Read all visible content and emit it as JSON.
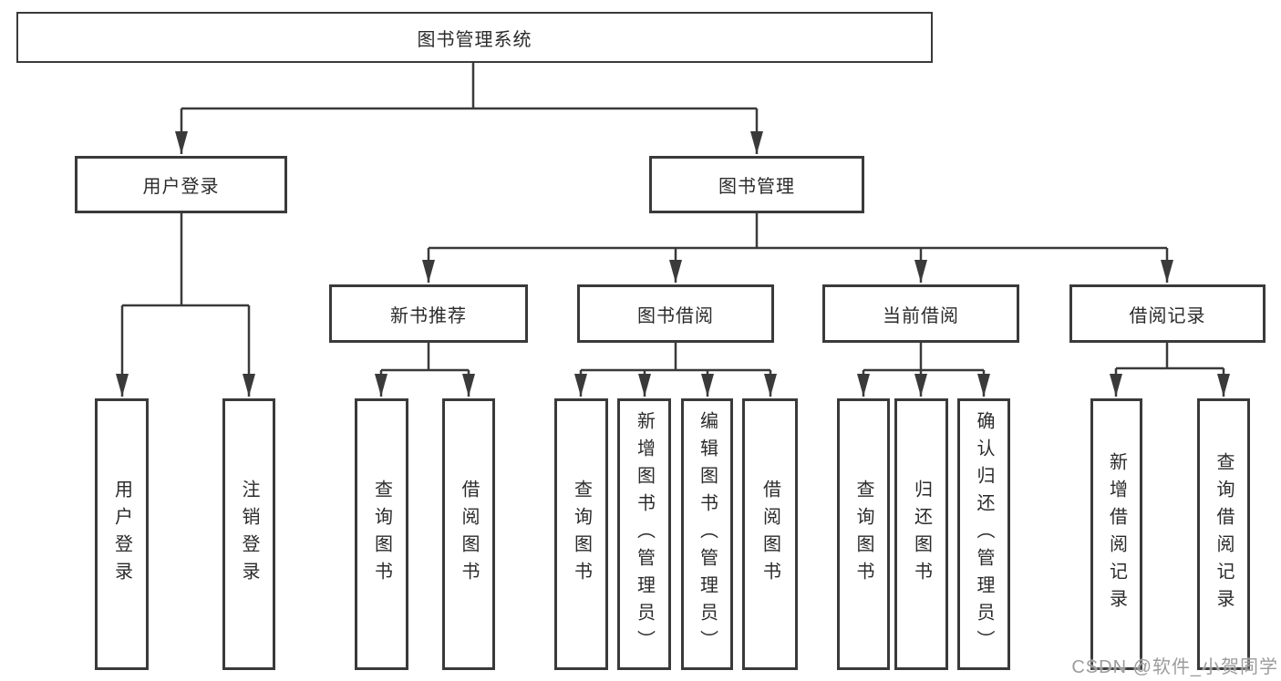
{
  "tree": {
    "root": {
      "label": "图书管理系统"
    },
    "level2": [
      {
        "label": "用户登录",
        "children": [
          {
            "label": "用户登录"
          },
          {
            "label": "注销登录"
          }
        ]
      },
      {
        "label": "图书管理",
        "children": [
          {
            "label": "新书推荐",
            "children": [
              {
                "label": "查询图书"
              },
              {
                "label": "借阅图书"
              }
            ]
          },
          {
            "label": "图书借阅",
            "children": [
              {
                "label": "查询图书"
              },
              {
                "label": "新增图书（管理员）"
              },
              {
                "label": "编辑图书（管理员）"
              },
              {
                "label": "借阅图书"
              }
            ]
          },
          {
            "label": "当前借阅",
            "children": [
              {
                "label": "查询图书"
              },
              {
                "label": "归还图书"
              },
              {
                "label": "确认归还（管理员）"
              }
            ]
          },
          {
            "label": "借阅记录",
            "children": [
              {
                "label": "新增借阅记录"
              },
              {
                "label": "查询借阅记录"
              }
            ]
          }
        ]
      }
    ]
  },
  "watermark": "CSDN @软件_小贺同学",
  "colors": {
    "line": "#3a3a3a",
    "box_border": "#3a3a3a",
    "text": "#2b2b2b",
    "watermark": "#9c9c9c",
    "background": "#ffffff"
  }
}
